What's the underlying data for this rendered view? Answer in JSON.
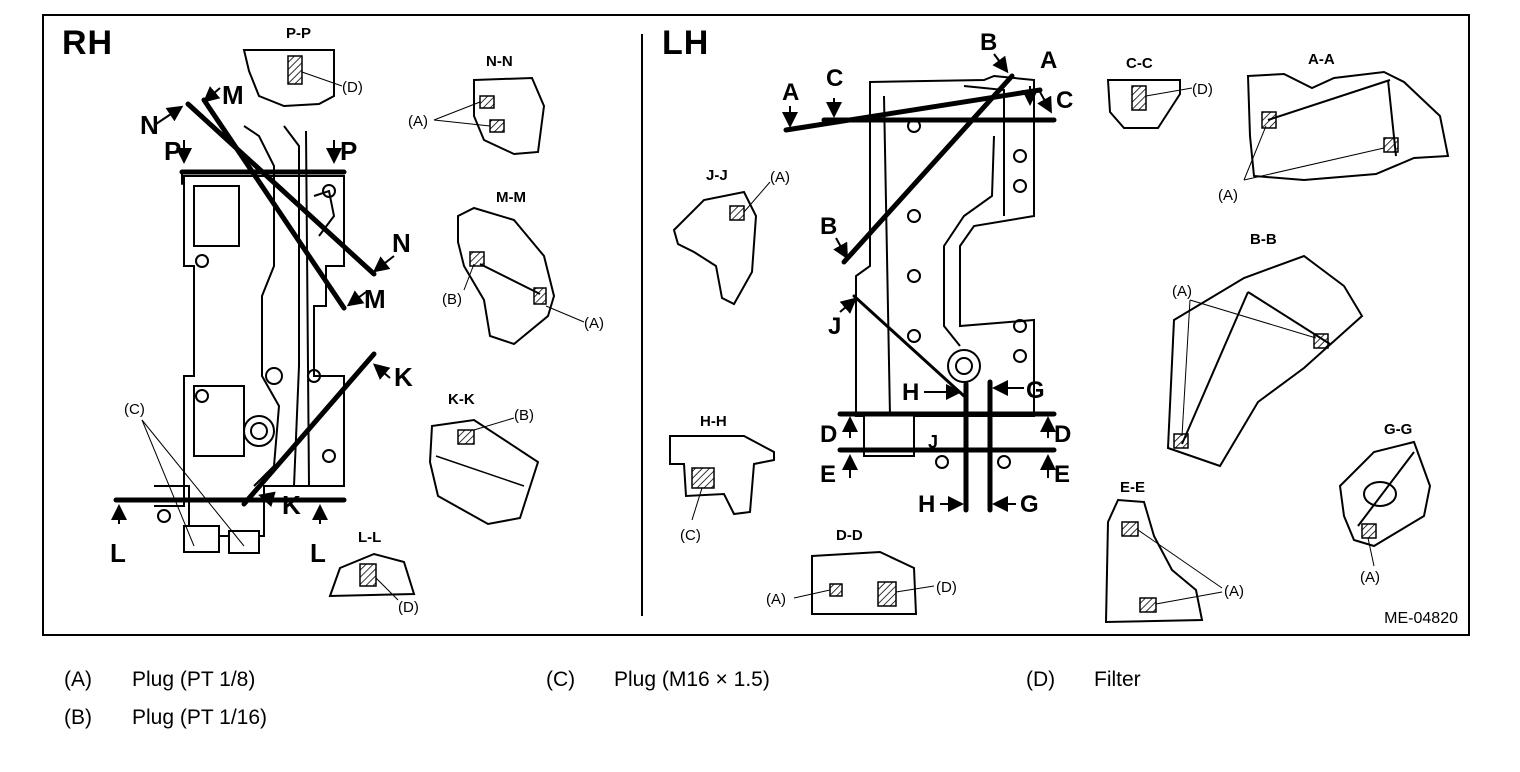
{
  "diagram": {
    "sides": {
      "rh": "RH",
      "lh": "LH"
    },
    "reference": "ME-04820",
    "cutting_planes_rh": [
      "P",
      "P",
      "N",
      "N",
      "M",
      "M",
      "K",
      "K",
      "L",
      "L"
    ],
    "cutting_planes_lh": [
      "A",
      "A",
      "B",
      "B",
      "C",
      "C",
      "J",
      "H",
      "H",
      "G",
      "G",
      "D",
      "D",
      "E",
      "E",
      "J"
    ],
    "section_views": [
      {
        "title": "P-P",
        "callouts": [
          "(D)"
        ]
      },
      {
        "title": "N-N",
        "callouts": [
          "(A)"
        ]
      },
      {
        "title": "M-M",
        "callouts": [
          "(B)",
          "(A)"
        ]
      },
      {
        "title": "K-K",
        "callouts": [
          "(B)"
        ]
      },
      {
        "title": "L-L",
        "callouts": [
          "(D)"
        ]
      },
      {
        "title": "J-J",
        "callouts": [
          "(A)"
        ]
      },
      {
        "title": "H-H",
        "callouts": [
          "(C)"
        ]
      },
      {
        "title": "D-D",
        "callouts": [
          "(A)",
          "(D)"
        ]
      },
      {
        "title": "C-C",
        "callouts": [
          "(D)"
        ]
      },
      {
        "title": "A-A",
        "callouts": [
          "(A)"
        ]
      },
      {
        "title": "B-B",
        "callouts": [
          "(A)"
        ]
      },
      {
        "title": "G-G",
        "callouts": [
          "(A)"
        ]
      },
      {
        "title": "E-E",
        "callouts": [
          "(A)"
        ]
      }
    ],
    "rh_body_callout": "(C)"
  },
  "legend": [
    {
      "key": "(A)",
      "text": "Plug (PT 1/8)"
    },
    {
      "key": "(B)",
      "text": "Plug (PT 1/16)"
    },
    {
      "key": "(C)",
      "text": "Plug (M16 × 1.5)"
    },
    {
      "key": "(D)",
      "text": "Filter"
    }
  ]
}
